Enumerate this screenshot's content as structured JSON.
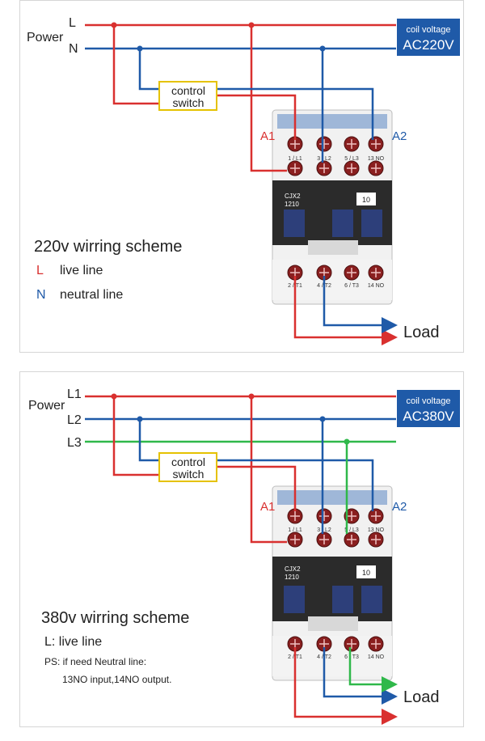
{
  "colors": {
    "live": "#d9302f",
    "neutral": "#1f5aa8",
    "phase3": "#2fb84a",
    "badge": "#1f5aa8",
    "switch_border": "#e5c200",
    "contactor_body": "#f1f1f1",
    "contactor_dark": "#2b2b2b"
  },
  "diagram1": {
    "power_label": "Power",
    "line_l": "L",
    "line_n": "N",
    "badge_line1": "coil voltage",
    "badge_line2": "AC220V",
    "switch_line1": "control",
    "switch_line2": "switch",
    "a1": "A1",
    "a2": "A2",
    "terminals_top": [
      "1 / L1",
      "3 / L2",
      "5 / L3",
      "13 NO"
    ],
    "terminals_bottom": [
      "2 / T1",
      "4 / T2",
      "6 / T3",
      "14 NO"
    ],
    "model": [
      "CJX2",
      "1210"
    ],
    "rating": "10",
    "load": "Load",
    "title": "220v wirring scheme",
    "legend": [
      {
        "key": "L",
        "text": "live line"
      },
      {
        "key": "N",
        "text": "neutral line"
      }
    ]
  },
  "diagram2": {
    "power_label": "Power",
    "line_l1": "L1",
    "line_l2": "L2",
    "line_l3": "L3",
    "badge_line1": "coil voltage",
    "badge_line2": "AC380V",
    "switch_line1": "control",
    "switch_line2": "switch",
    "a1": "A1",
    "a2": "A2",
    "terminals_top": [
      "1 / L1",
      "3 / L2",
      "5 / L3",
      "13 NO"
    ],
    "terminals_bottom": [
      "2 / T1",
      "4 / T2",
      "6 / T3",
      "14 NO"
    ],
    "model": [
      "CJX2",
      "1210"
    ],
    "rating": "10",
    "load": "Load",
    "title": "380v wirring scheme",
    "legend_line": "L: live line",
    "ps_line1": "PS: if need Neutral line:",
    "ps_line2": "13NO input,14NO output."
  }
}
